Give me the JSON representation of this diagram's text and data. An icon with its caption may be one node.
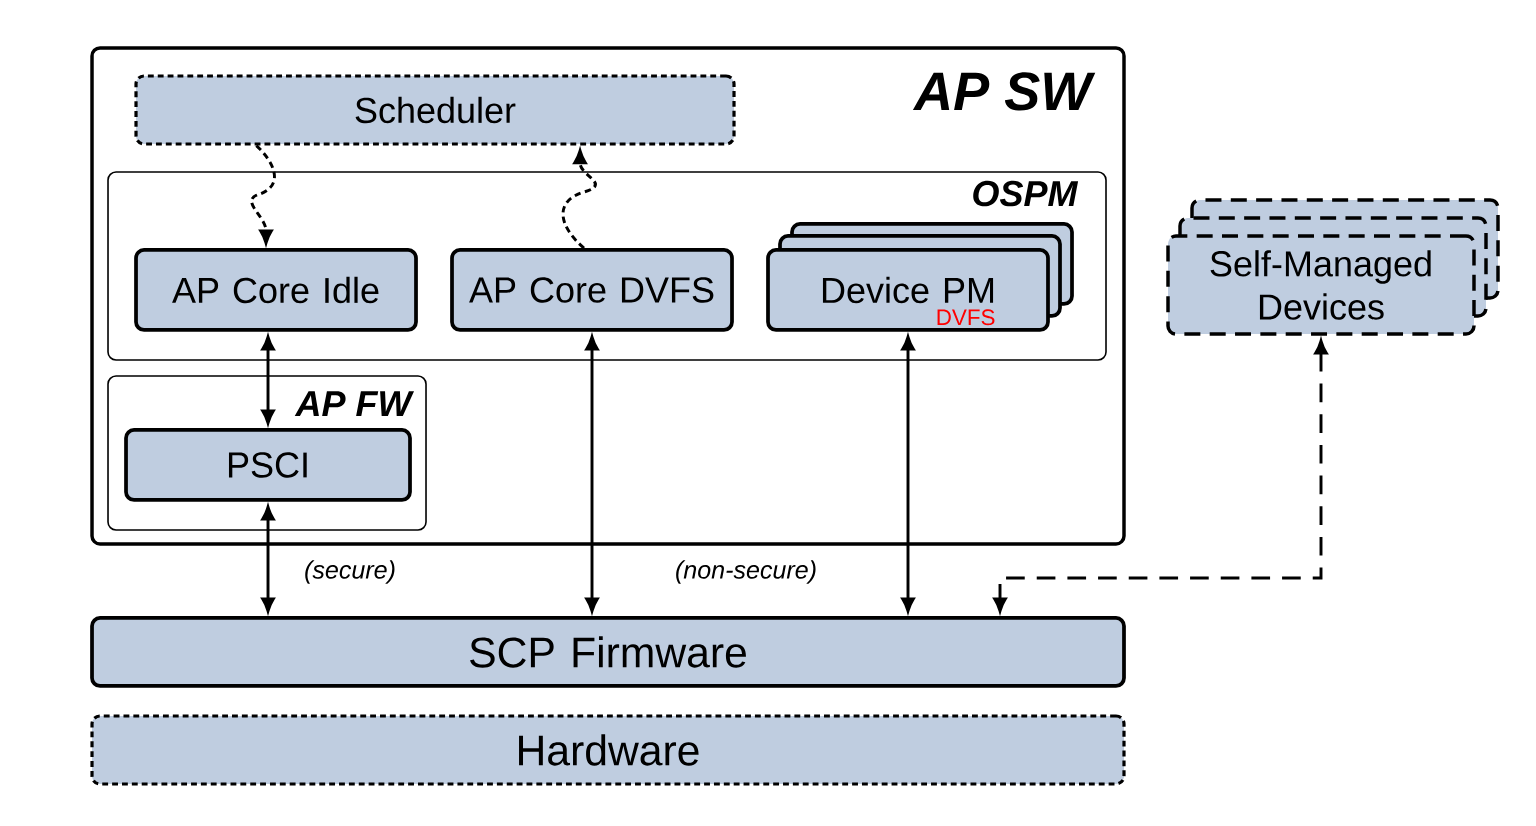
{
  "diagram": {
    "nodes": [
      {
        "text": [
          "AP SW"
        ]
      },
      {
        "text": [
          "Scheduler"
        ],
        "in": 0
      },
      {
        "text": [
          "OSPM"
        ],
        "in": 0
      },
      {
        "text": [
          "AP Core Idle"
        ],
        "in": 2
      },
      {
        "text": [
          "AP Core DVFS"
        ],
        "in": 2
      },
      {
        "text": [
          "Device PM",
          "DVFS"
        ],
        "in": 2
      },
      {
        "text": [
          "AP FW"
        ],
        "in": 0
      },
      {
        "text": [
          "PSCI"
        ],
        "in": 6
      },
      {
        "text": [
          "Self-Managed Devices"
        ]
      },
      {
        "text": [
          "SCP Firmware"
        ]
      },
      {
        "text": [
          "Hardware"
        ]
      }
    ],
    "edges": [
      {
        "from": 1,
        "to": 3,
        "arrow": "to",
        "style": "dashed"
      },
      {
        "from": 4,
        "to": 1,
        "arrow": "to",
        "style": "dashed"
      },
      {
        "from": 3,
        "to": 7,
        "arrow": "both"
      },
      {
        "from": 7,
        "to": 9,
        "arrow": "both"
      },
      {
        "from": 4,
        "to": 9,
        "arrow": "both"
      },
      {
        "from": 5,
        "to": 9,
        "arrow": "both"
      },
      {
        "from": 8,
        "to": 9,
        "arrow": "both",
        "style": "dashed"
      }
    ],
    "labels": [
      "(secure)",
      "(non-secure)"
    ]
  }
}
